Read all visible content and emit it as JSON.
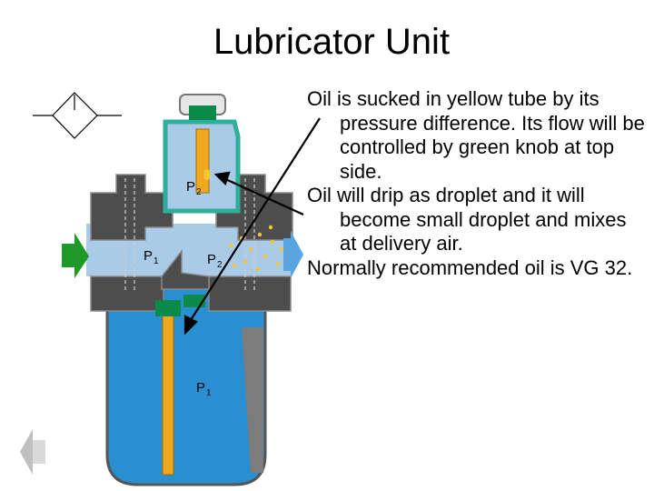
{
  "slide": {
    "title": "Lubricator Unit",
    "notes": [
      "Oil is sucked in yellow tube by its pressure difference. Its flow will be controlled by green knob at top side.",
      "Oil will drip as droplet and it will become small droplet and mixes at delivery air.",
      "Normally recommended oil is VG 32."
    ]
  },
  "diagram": {
    "labels": {
      "p2_top": "P",
      "p2_top_sub": "2",
      "p1_left": "P",
      "p1_left_sub": "1",
      "p2_right": "P",
      "p2_right_sub": "2",
      "p1_bottom": "P",
      "p1_bottom_sub": "1"
    },
    "colors": {
      "air": "#a9cbe8",
      "bowl": "#2a8fd0",
      "body": "#4d4d4d",
      "cap": "#2fae9a",
      "knob": "#0b8a4a",
      "oil_tube": "#f0a81e",
      "arrow_in": "#1f9a2a",
      "arrow_out": "#5aa4e0",
      "droplet": "#f2c53d"
    },
    "icons": [
      "lubricator-symbol-icon",
      "back-arrow-icon"
    ]
  }
}
